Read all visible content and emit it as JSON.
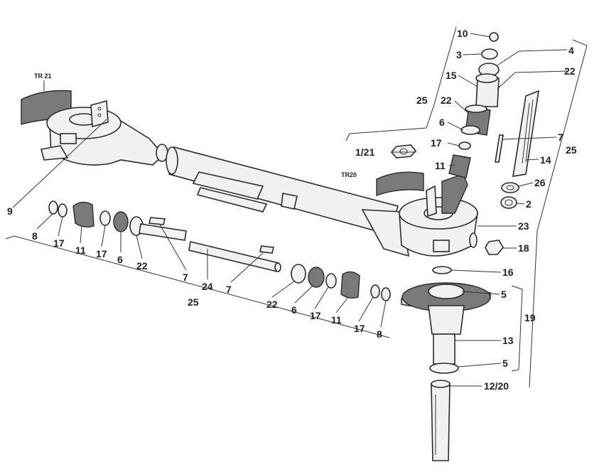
{
  "tags": {
    "tr21": "TR 21",
    "tr20": "TR20"
  },
  "labels": {
    "p10": "10",
    "p3": "3",
    "p4": "4",
    "p15": "15",
    "p22_top": "22",
    "p25_top": "25",
    "p22_mid": "22",
    "p6_top": "6",
    "p17_top": "17",
    "p7_right": "7",
    "p1_21": "1/21",
    "p25_right": "25",
    "p14": "14",
    "p11_top": "11",
    "p26": "26",
    "p2": "2",
    "p23": "23",
    "p18": "18",
    "p16": "16",
    "p5_top": "5",
    "p19": "19",
    "p13": "13",
    "p5_bottom": "5",
    "p12_20": "12/20",
    "p9": "9",
    "p8_left": "8",
    "p17_left": "17",
    "p11_left": "11",
    "p17_left2": "17",
    "p6_left": "6",
    "p22_left": "22",
    "p7_left": "7",
    "p24": "24",
    "p7_mid": "7",
    "p25_bottom": "25",
    "p22_bottom": "22",
    "p6_bottom": "6",
    "p17_bottom": "17",
    "p11_bottom": "11",
    "p17_bottom2": "17",
    "p8_bottom": "8"
  }
}
